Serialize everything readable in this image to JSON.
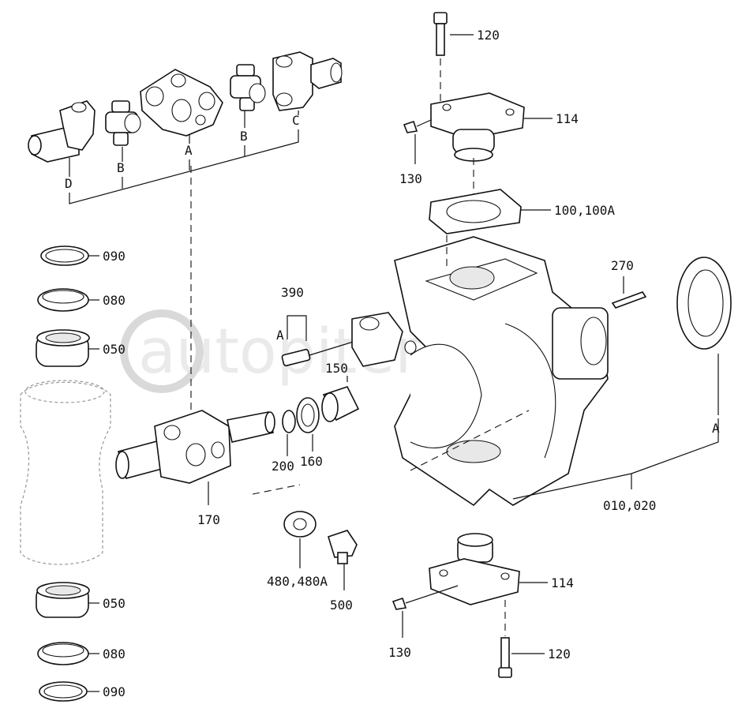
{
  "watermark": "autopiter.ru",
  "labels": {
    "p120_top": "120",
    "p114_top": "114",
    "p130_top": "130",
    "p100": "100,100A",
    "p270": "270",
    "pA_right": "A",
    "p010": "010,020",
    "p090_top": "090",
    "p080_top": "080",
    "p050_top": "050",
    "p390": "390",
    "pA_390": "A",
    "p150": "150",
    "p200": "200",
    "p160": "160",
    "p170": "170",
    "p480": "480,480A",
    "p500": "500",
    "p114_bot": "114",
    "p130_bot": "130",
    "p120_bot": "120",
    "p050_bot": "050",
    "p080_bot": "080",
    "p090_bot": "090",
    "joint_D": "D",
    "joint_B1": "B",
    "joint_A": "A",
    "joint_B2": "B",
    "joint_C": "C"
  }
}
